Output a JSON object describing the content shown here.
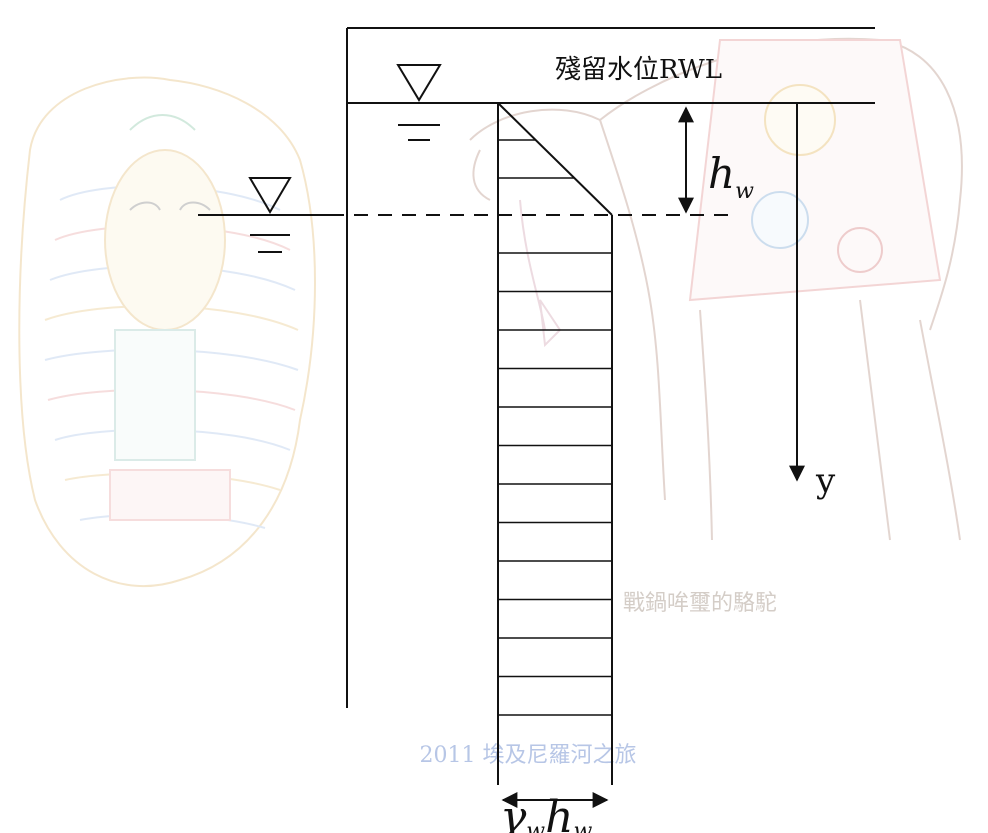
{
  "diagram": {
    "water_level_label": "殘留水位RWL",
    "depth_symbol": "h",
    "depth_subscript": "w",
    "axis_label": "y",
    "pressure_gamma": "γ",
    "pressure_gamma_subscript": "w",
    "pressure_h": "h",
    "pressure_h_subscript": "w"
  },
  "watermarks": {
    "camel_caption": "戰鍋哞璽的駱駝",
    "bottom_caption": "2011 埃及尼羅河之旅"
  },
  "colors": {
    "line": "#111111",
    "watermark_text": "#c7d0e6",
    "watermark_blue": "#9fb3e0"
  }
}
